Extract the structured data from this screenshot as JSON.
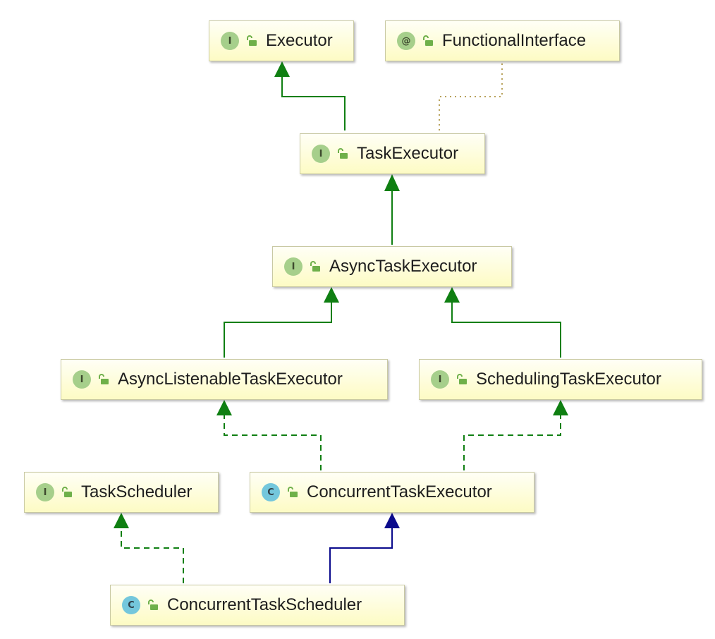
{
  "diagram": {
    "nodes": [
      {
        "id": "executor",
        "label": "Executor",
        "kind": "interface",
        "badge": "I"
      },
      {
        "id": "functional-interface",
        "label": "FunctionalInterface",
        "kind": "annotation",
        "badge": "@"
      },
      {
        "id": "task-executor",
        "label": "TaskExecutor",
        "kind": "interface",
        "badge": "I"
      },
      {
        "id": "async-task-executor",
        "label": "AsyncTaskExecutor",
        "kind": "interface",
        "badge": "I"
      },
      {
        "id": "async-listenable-task-executor",
        "label": "AsyncListenableTaskExecutor",
        "kind": "interface",
        "badge": "I"
      },
      {
        "id": "scheduling-task-executor",
        "label": "SchedulingTaskExecutor",
        "kind": "interface",
        "badge": "I"
      },
      {
        "id": "task-scheduler",
        "label": "TaskScheduler",
        "kind": "interface",
        "badge": "I"
      },
      {
        "id": "concurrent-task-executor",
        "label": "ConcurrentTaskExecutor",
        "kind": "class",
        "badge": "C"
      },
      {
        "id": "concurrent-task-scheduler",
        "label": "ConcurrentTaskScheduler",
        "kind": "class",
        "badge": "C"
      }
    ],
    "edges": [
      {
        "from": "task-executor",
        "to": "executor",
        "type": "extends"
      },
      {
        "from": "task-executor",
        "to": "functional-interface",
        "type": "annotated-with"
      },
      {
        "from": "async-task-executor",
        "to": "task-executor",
        "type": "extends"
      },
      {
        "from": "async-listenable-task-executor",
        "to": "async-task-executor",
        "type": "extends"
      },
      {
        "from": "scheduling-task-executor",
        "to": "async-task-executor",
        "type": "extends"
      },
      {
        "from": "concurrent-task-executor",
        "to": "async-listenable-task-executor",
        "type": "implements"
      },
      {
        "from": "concurrent-task-executor",
        "to": "scheduling-task-executor",
        "type": "implements"
      },
      {
        "from": "concurrent-task-scheduler",
        "to": "task-scheduler",
        "type": "implements"
      },
      {
        "from": "concurrent-task-scheduler",
        "to": "concurrent-task-executor",
        "type": "class-extends"
      }
    ],
    "colors": {
      "interface_edge": "#0f7f12",
      "class_edge": "#0a0a8c",
      "annotation_edge": "#b8a15a",
      "node_fill": "#fdfbc4",
      "interface_badge": "#a6cf8b",
      "class_badge": "#74c7dc",
      "lock_icon": "#6fb04a"
    }
  }
}
